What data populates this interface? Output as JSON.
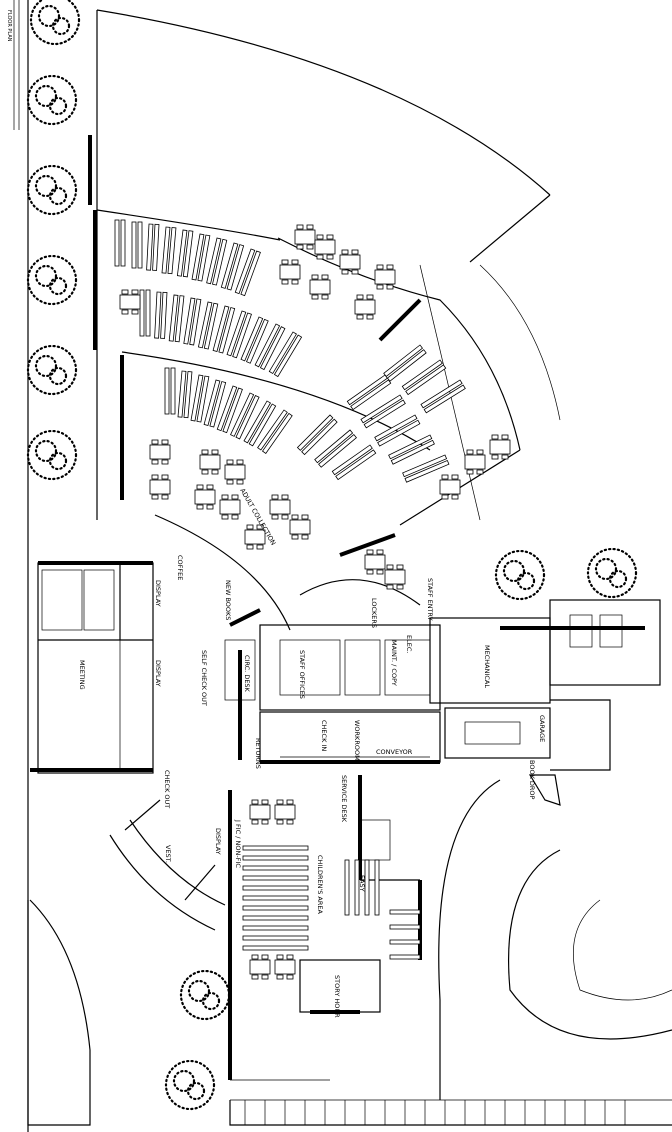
{
  "labels": {
    "coffee": "COFFEE",
    "display_a": "DISPLAY",
    "display_b": "DISPLAY",
    "display_c": "DISPLAY",
    "new_books": "NEW BOOKS",
    "adult_collection": "ADULT COLLECTION",
    "self_check_out": "SELF CHECK OUT",
    "circ_desk": "CIRC. DESK",
    "staff_offices": "STAFF OFFICES",
    "meeting": "MEETING",
    "check_in": "CHECK IN",
    "workroom": "WORKROOM",
    "conveyor": "CONVEYOR",
    "returns": "RETURNS",
    "service_desk": "SERVICE DESK",
    "check_out": "CHECK OUT",
    "vestibule": "VEST.",
    "j_fic_nonfic": "J FIC / NON-FIC",
    "childrens_area": "CHILDREN'S AREA",
    "easy": "EASY",
    "story_hour": "STORY HOUR",
    "mechanical": "MECHANICAL",
    "garage": "GARAGE",
    "book_drop": "BOOK DROP",
    "staff_entry": "STAFF ENTRY",
    "lockers": "LOCKERS",
    "maint_copy": "MAINT. / COPY",
    "elec": "ELEC.",
    "title_block": "FLOOR PLAN"
  }
}
